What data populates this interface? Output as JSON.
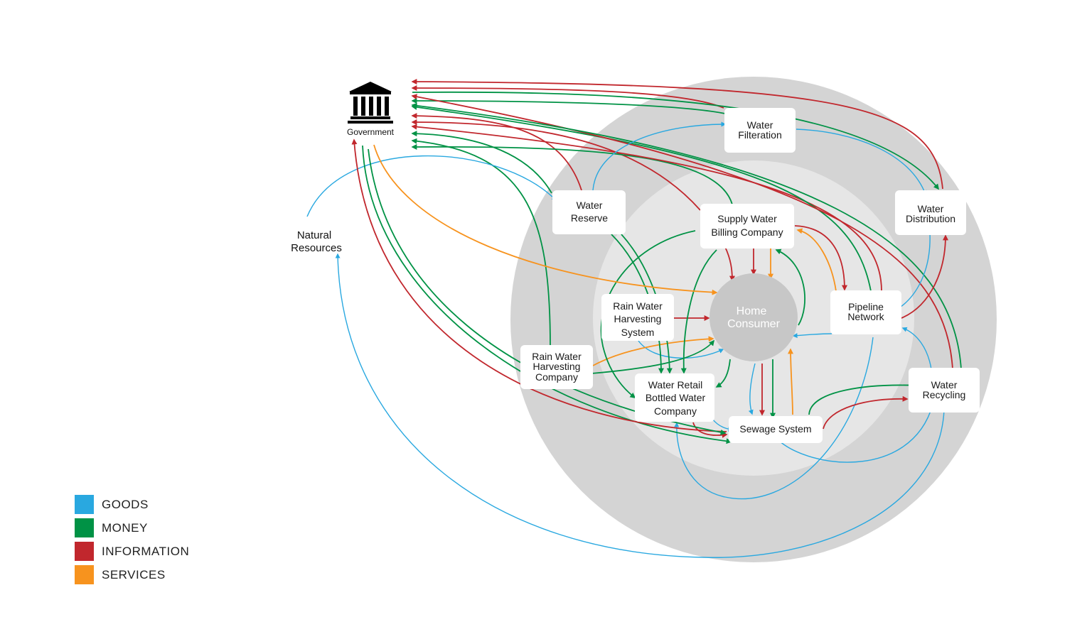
{
  "colors": {
    "goods": "#29a8e0",
    "money": "#009245",
    "information": "#c1272d",
    "services": "#f7931e",
    "outer_ring": "#d4d4d4",
    "inner_ring": "#e6e6e6",
    "consumer_fill": "#c7c7c7"
  },
  "government": {
    "label": "Government",
    "icon": "government-building-icon"
  },
  "natural_resources": {
    "lines": [
      "Natural",
      "Resources"
    ]
  },
  "home_consumer": {
    "lines": [
      "Home",
      "Consumer"
    ]
  },
  "nodes": {
    "water_filteration": {
      "lines": [
        "Water",
        "Filteration"
      ]
    },
    "water_distribution": {
      "lines": [
        "Water",
        "Distribution"
      ]
    },
    "water_reserve": {
      "lines": [
        "Water",
        "Reserve"
      ]
    },
    "supply_water_billing": {
      "lines": [
        "Supply Water",
        "Billing Company"
      ]
    },
    "pipeline_network": {
      "lines": [
        "Pipeline",
        "Network"
      ]
    },
    "rwh_system": {
      "lines": [
        "Rain Water",
        "Harvesting",
        "System"
      ]
    },
    "rwh_company": {
      "lines": [
        "Rain Water",
        "Harvesting",
        "Company"
      ]
    },
    "water_retail": {
      "lines": [
        "Water Retail",
        "Bottled Water",
        "Company"
      ]
    },
    "sewage_system": {
      "lines": [
        "Sewage System"
      ]
    },
    "water_recycling": {
      "lines": [
        "Water",
        "Recycling"
      ]
    }
  },
  "legend": [
    {
      "key": "goods",
      "label": "GOODS"
    },
    {
      "key": "money",
      "label": "MONEY"
    },
    {
      "key": "information",
      "label": "INFORMATION"
    },
    {
      "key": "services",
      "label": "SERVICES"
    }
  ],
  "flows": [
    {
      "type": "information",
      "from": "water_distribution",
      "to": "government"
    },
    {
      "type": "information",
      "from": "water_filteration",
      "to": "government"
    },
    {
      "type": "money",
      "from": "government",
      "to": "water_distribution"
    },
    {
      "type": "money",
      "from": "water_filteration",
      "to": "government"
    },
    {
      "type": "information",
      "from": "water_reserve",
      "to": "government"
    },
    {
      "type": "information",
      "from": "supply_water_billing",
      "to": "government"
    },
    {
      "type": "money",
      "from": "water_reserve",
      "to": "government"
    },
    {
      "type": "money",
      "from": "rwh_company",
      "to": "government"
    },
    {
      "type": "money",
      "from": "supply_water_billing",
      "to": "government"
    },
    {
      "type": "goods",
      "from": "natural_resources",
      "to": "water_reserve"
    },
    {
      "type": "goods",
      "from": "water_reserve",
      "to": "water_filteration"
    },
    {
      "type": "goods",
      "from": "water_filteration",
      "to": "water_distribution"
    },
    {
      "type": "goods",
      "from": "water_distribution",
      "to": "pipeline_network"
    },
    {
      "type": "goods",
      "from": "pipeline_network",
      "to": "home_consumer"
    },
    {
      "type": "goods",
      "from": "home_consumer",
      "to": "sewage_system"
    },
    {
      "type": "goods",
      "from": "sewage_system",
      "to": "water_recycling"
    },
    {
      "type": "goods",
      "from": "water_recycling",
      "to": "pipeline_network"
    },
    {
      "type": "goods",
      "from": "water_recycling",
      "to": "natural_resources"
    },
    {
      "type": "goods",
      "from": "rwh_system",
      "to": "home_consumer"
    },
    {
      "type": "goods",
      "from": "water_retail",
      "to": "sewage_system"
    },
    {
      "type": "information",
      "from": "supply_water_billing",
      "to": "home_consumer"
    },
    {
      "type": "services",
      "from": "supply_water_billing",
      "to": "home_consumer"
    },
    {
      "type": "money",
      "from": "home_consumer",
      "to": "supply_water_billing"
    },
    {
      "type": "information",
      "from": "supply_water_billing",
      "to": "pipeline_network"
    },
    {
      "type": "services",
      "from": "pipeline_network",
      "to": "supply_water_billing"
    },
    {
      "type": "information",
      "from": "rwh_system",
      "to": "home_consumer"
    },
    {
      "type": "services",
      "from": "rwh_company",
      "to": "home_consumer"
    },
    {
      "type": "money",
      "from": "rwh_company",
      "to": "home_consumer"
    },
    {
      "type": "money",
      "from": "home_consumer",
      "to": "water_retail"
    },
    {
      "type": "information",
      "from": "home_consumer",
      "to": "sewage_system"
    },
    {
      "type": "money",
      "from": "home_consumer",
      "to": "sewage_system"
    },
    {
      "type": "services",
      "from": "sewage_system",
      "to": "home_consumer"
    },
    {
      "type": "money",
      "from": "sewage_system",
      "to": "water_recycling"
    },
    {
      "type": "information",
      "from": "sewage_system",
      "to": "water_recycling"
    },
    {
      "type": "information",
      "from": "pipeline_network",
      "to": "water_distribution"
    },
    {
      "type": "services",
      "from": "government",
      "to": "home_consumer"
    },
    {
      "type": "money",
      "from": "government",
      "to": "sewage_system"
    },
    {
      "type": "information",
      "from": "sewage_system",
      "to": "government"
    }
  ]
}
